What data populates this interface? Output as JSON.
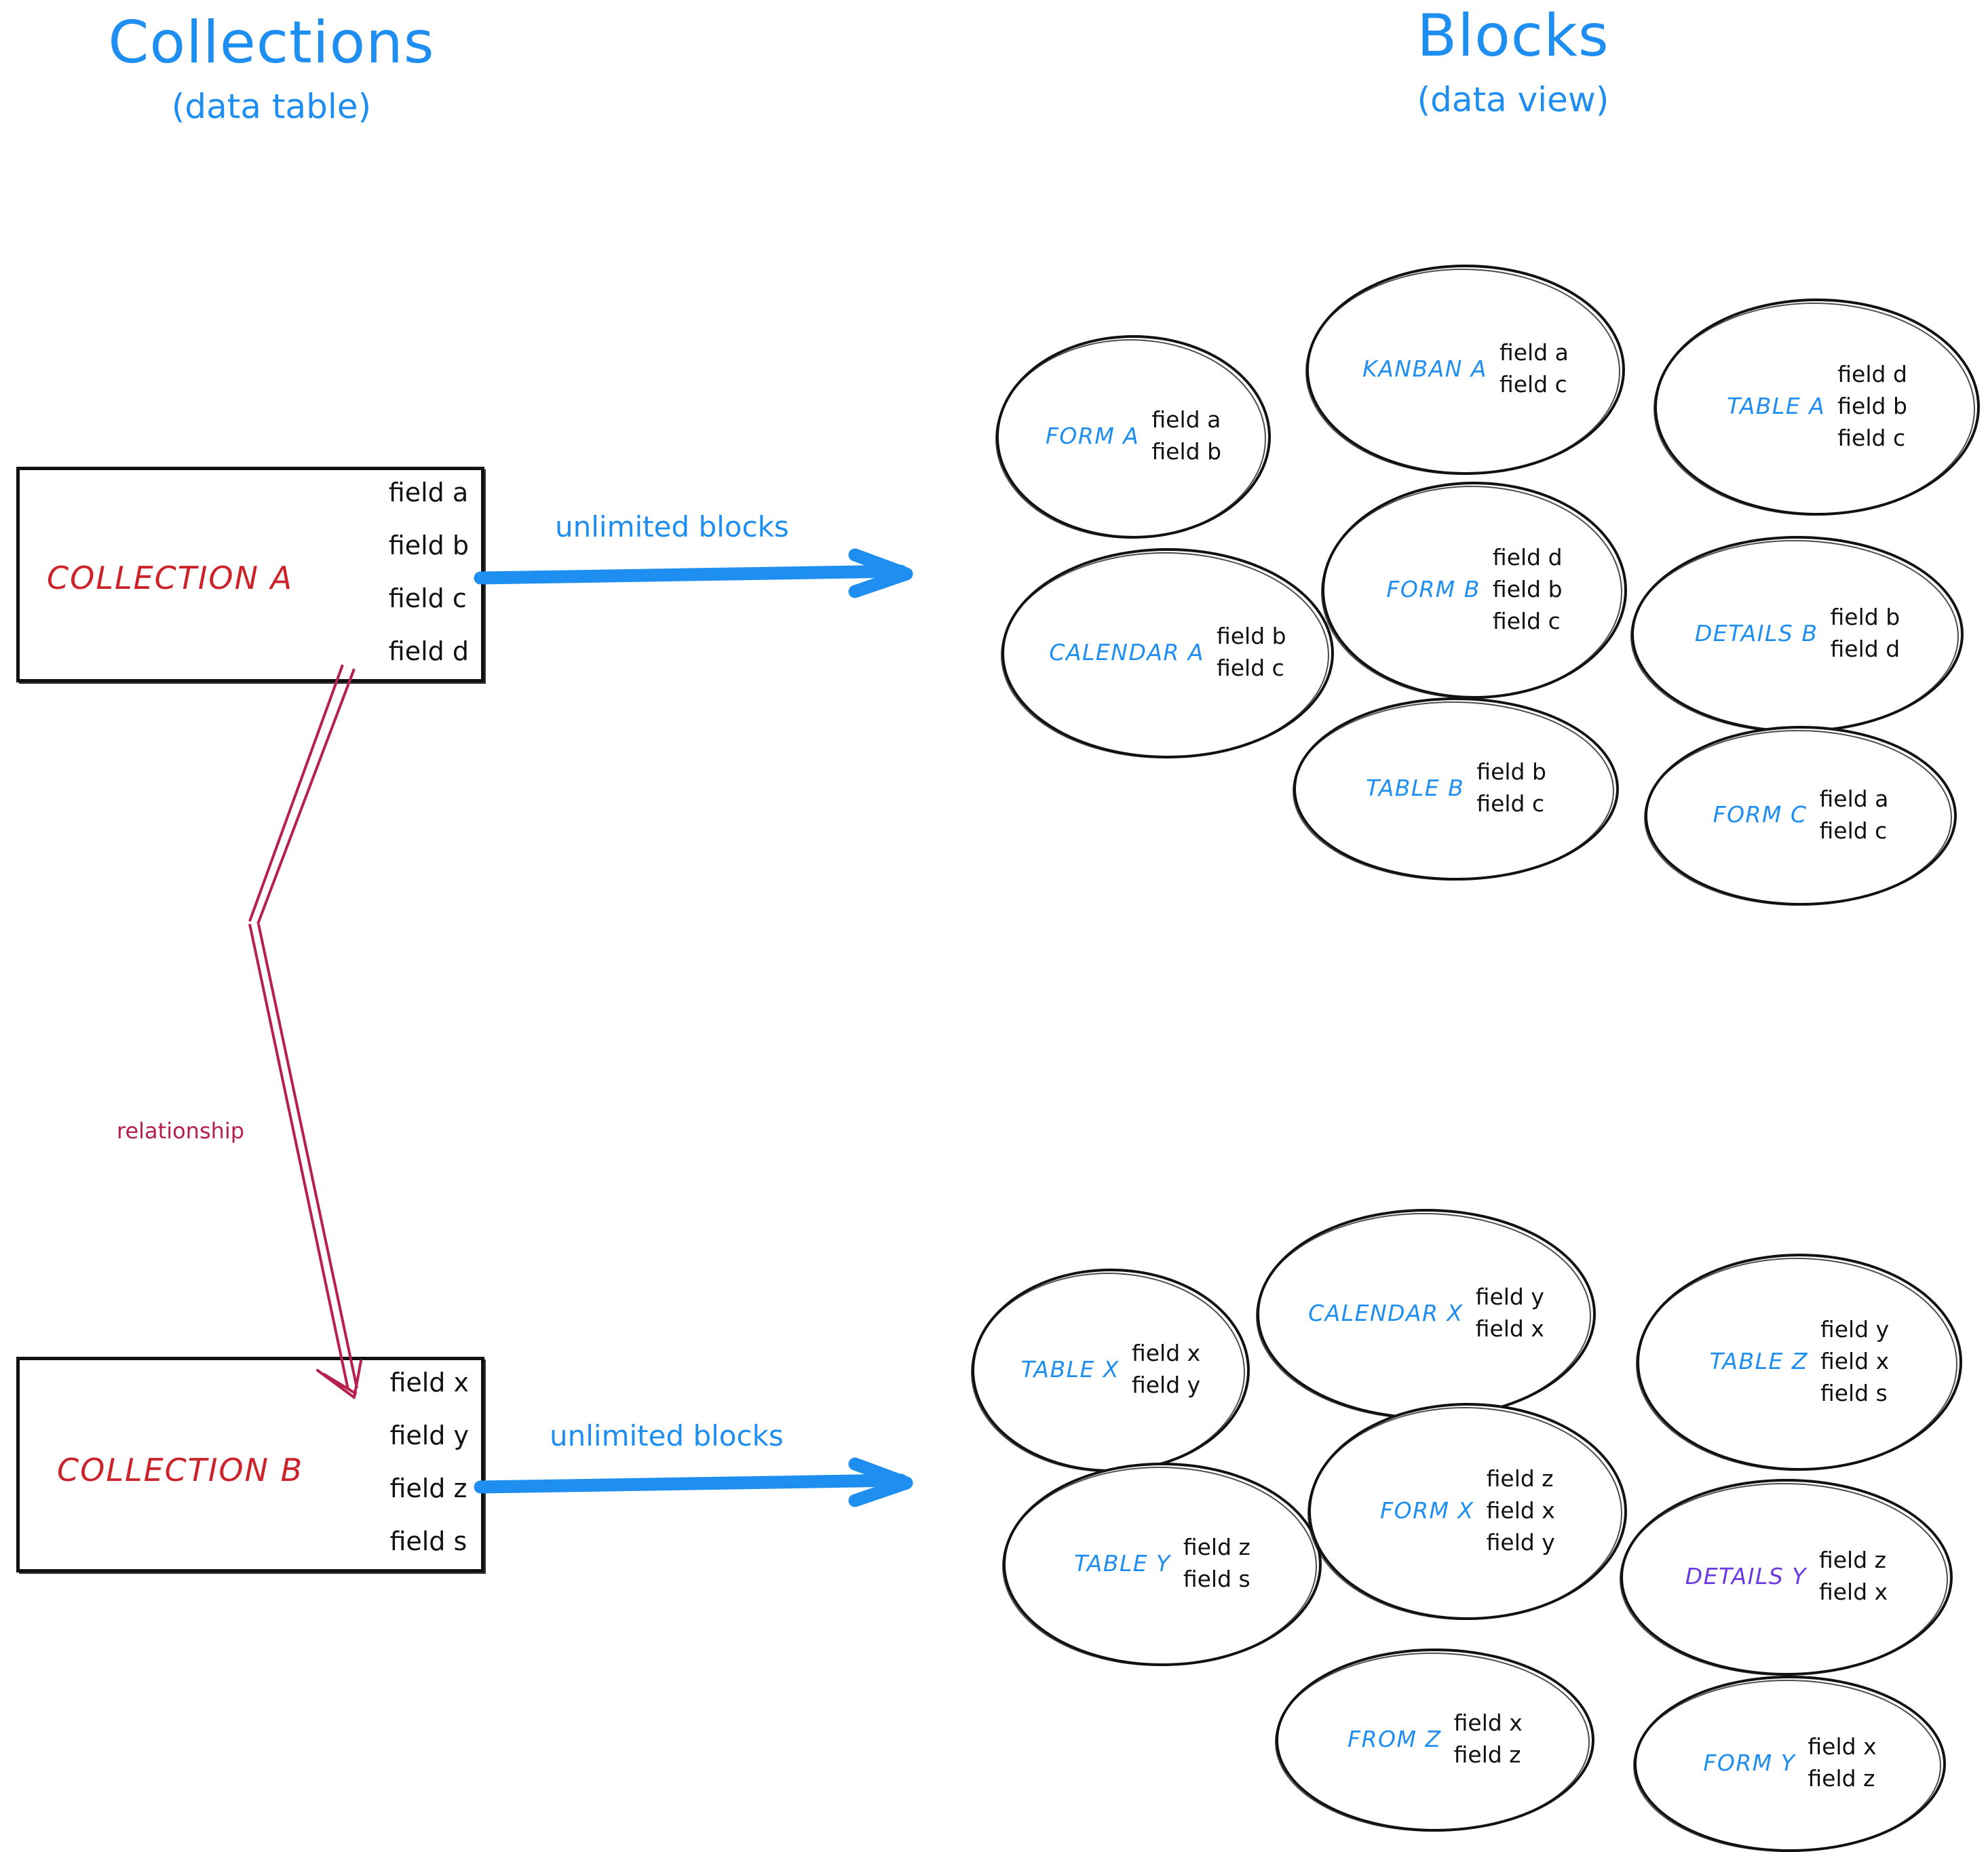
{
  "colors": {
    "accent_blue": "#1f8ef1",
    "collection_red": "#cc2229",
    "relationship_crimson": "#b5204d",
    "details_purple": "#6a3ae0",
    "ink_black": "#111111",
    "background": "#ffffff"
  },
  "headings": {
    "left": {
      "title": "Collections",
      "subtitle": "(data table)"
    },
    "right": {
      "title": "Blocks",
      "subtitle": "(data view)"
    }
  },
  "collections": [
    {
      "id": "collection-a",
      "name": "COLLECTION A",
      "fields": [
        "field a",
        "field b",
        "field c",
        "field d"
      ]
    },
    {
      "id": "collection-b",
      "name": "COLLECTION B",
      "fields": [
        "field x",
        "field y",
        "field z",
        "field s"
      ]
    }
  ],
  "arrows": {
    "top": {
      "label": "unlimited blocks"
    },
    "bottom": {
      "label": "unlimited blocks"
    },
    "relationship": {
      "label": "relationship"
    }
  },
  "blocks_top": [
    {
      "id": "form-a",
      "label": "FORM A",
      "label_color": "#1f8ef1",
      "fields": [
        "field a",
        "field b"
      ]
    },
    {
      "id": "kanban-a",
      "label": "KANBAN A",
      "label_color": "#1f8ef1",
      "fields": [
        "field a",
        "field c"
      ]
    },
    {
      "id": "table-a",
      "label": "TABLE A",
      "label_color": "#1f8ef1",
      "fields": [
        "field d",
        "field b",
        "field c"
      ]
    },
    {
      "id": "calendar-a",
      "label": "CALENDAR A",
      "label_color": "#1f8ef1",
      "fields": [
        "field b",
        "field c"
      ]
    },
    {
      "id": "form-b",
      "label": "FORM B",
      "label_color": "#1f8ef1",
      "fields": [
        "field d",
        "field b",
        "field c"
      ]
    },
    {
      "id": "details-b",
      "label": "DETAILS B",
      "label_color": "#1f8ef1",
      "fields": [
        "field b",
        "field d"
      ]
    },
    {
      "id": "table-b",
      "label": "TABLE B",
      "label_color": "#1f8ef1",
      "fields": [
        "field b",
        "field c"
      ]
    },
    {
      "id": "form-c",
      "label": "FORM C",
      "label_color": "#1f8ef1",
      "fields": [
        "field a",
        "field c"
      ]
    }
  ],
  "blocks_bottom": [
    {
      "id": "table-x",
      "label": "TABLE X",
      "label_color": "#1f8ef1",
      "fields": [
        "field x",
        "field y"
      ]
    },
    {
      "id": "calendar-x",
      "label": "CALENDAR X",
      "label_color": "#1f8ef1",
      "fields": [
        "field y",
        "field x"
      ]
    },
    {
      "id": "table-z",
      "label": "TABLE Z",
      "label_color": "#1f8ef1",
      "fields": [
        "field y",
        "field x",
        "field s"
      ]
    },
    {
      "id": "table-y",
      "label": "TABLE Y",
      "label_color": "#1f8ef1",
      "fields": [
        "field z",
        "field s"
      ]
    },
    {
      "id": "form-x",
      "label": "FORM X",
      "label_color": "#1f8ef1",
      "fields": [
        "field z",
        "field x",
        "field y"
      ]
    },
    {
      "id": "details-y",
      "label": "DETAILS Y",
      "label_color": "#6a3ae0",
      "fields": [
        "field z",
        "field x"
      ]
    },
    {
      "id": "from-z",
      "label": "FROM Z",
      "label_color": "#1f8ef1",
      "fields": [
        "field x",
        "field z"
      ]
    },
    {
      "id": "form-y",
      "label": "FORM Y",
      "label_color": "#1f8ef1",
      "fields": [
        "field x",
        "field z"
      ]
    }
  ]
}
